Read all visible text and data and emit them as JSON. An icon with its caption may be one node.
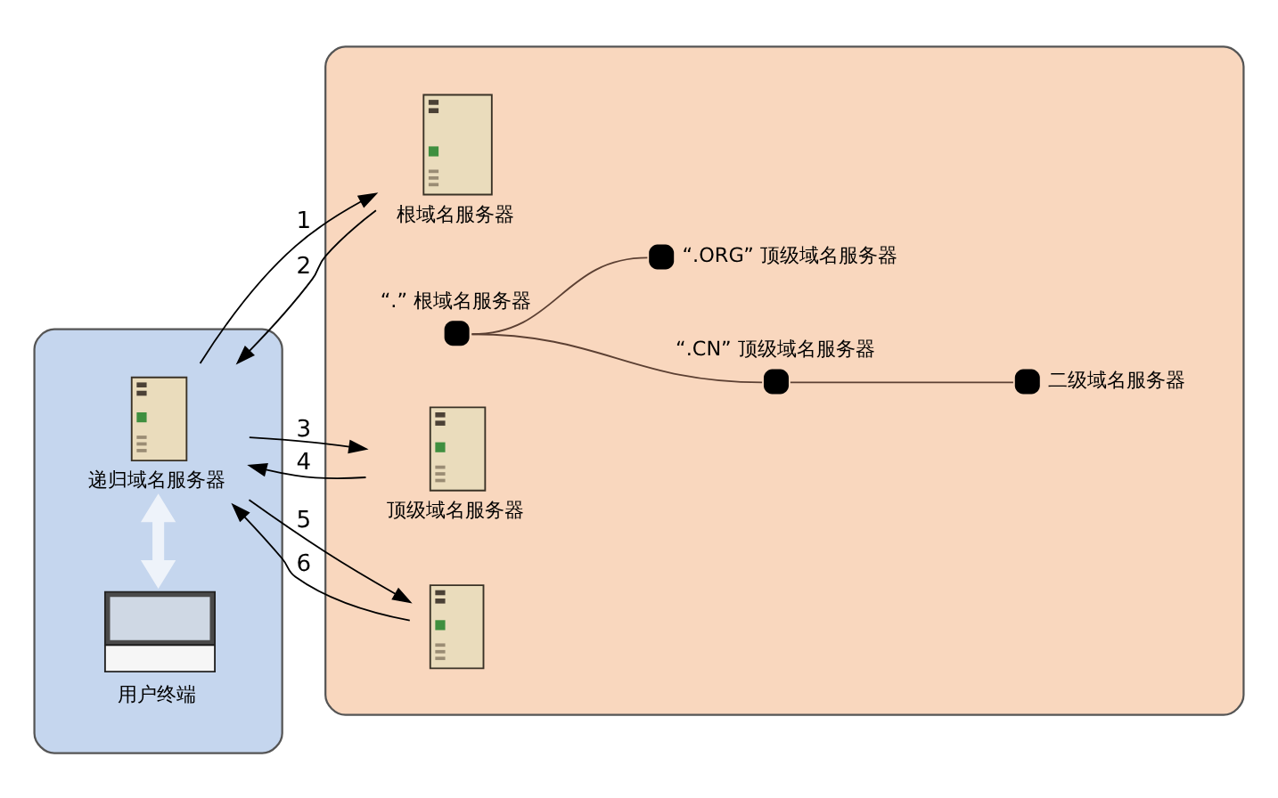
{
  "diagram": {
    "nodes": [
      {
        "text": [],
        "shape": "ellipse"
      },
      {
        "text": [
          "递归域名服务器"
        ],
        "in": 0
      },
      {
        "text": [
          "用户终端"
        ],
        "in": 0
      },
      {
        "text": [],
        "shape": "ellipse"
      },
      {
        "text": [
          "根域名服务器"
        ],
        "in": 3
      },
      {
        "text": [],
        "shape": "circle",
        "beside": [
          "“.” 根域名服务器"
        ],
        "in": 3
      },
      {
        "text": [
          "顶级域名服务器"
        ],
        "in": 3
      },
      {
        "text": [],
        "shape": "circle",
        "beside": [
          "“.CN” 顶级域名服务器"
        ],
        "in": 3
      },
      {
        "text": [],
        "shape": "circle",
        "beside": [
          "“.ORG” 顶级域名服务器"
        ],
        "in": 3
      },
      {
        "text": [],
        "shape": "picture",
        "in": 3
      },
      {
        "text": [],
        "shape": "circle",
        "beside": [
          "二级域名服务器"
        ],
        "in": 3
      }
    ],
    "edges": [
      {
        "from": 1,
        "to": 4,
        "arrow": "to",
        "label": "1"
      },
      {
        "from": 4,
        "to": 1,
        "arrow": "to",
        "label": "2"
      },
      {
        "from": 1,
        "to": 6,
        "arrow": "to",
        "label": "3"
      },
      {
        "from": 6,
        "to": 1,
        "arrow": "to",
        "label": "4"
      },
      {
        "from": 1,
        "to": 9,
        "arrow": "to",
        "label": "5"
      },
      {
        "from": 9,
        "to": 1,
        "arrow": "to",
        "label": "6"
      },
      {
        "from": 1,
        "to": 2,
        "arrow": "both",
        "style": "thick",
        "color": "#eef3fa"
      },
      {
        "from": 5,
        "to": 7,
        "arrow": "none",
        "color": "#5c4033"
      },
      {
        "from": 5,
        "to": 8,
        "arrow": "none",
        "color": "#5c4033"
      },
      {
        "from": 7,
        "to": 10,
        "arrow": "none",
        "color": "#5c4033"
      }
    ]
  }
}
